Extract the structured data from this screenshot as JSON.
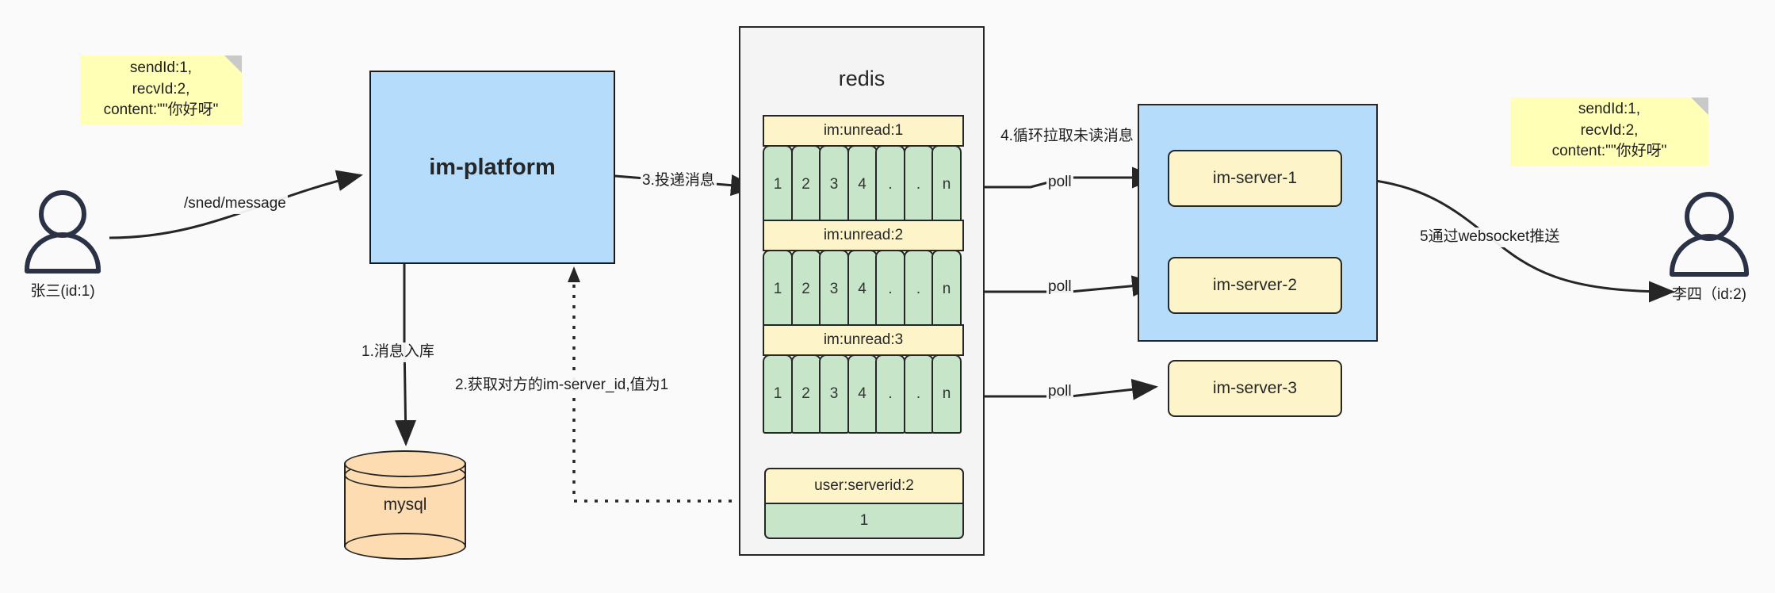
{
  "diagram": {
    "title": "IM message delivery architecture"
  },
  "notes": [
    {
      "id": "note-left",
      "lines": [
        "sendId:1,",
        "recvId:2,",
        "content:\"\"你好呀\""
      ]
    },
    {
      "id": "note-right",
      "lines": [
        "sendId:1,",
        "recvId:2,",
        "content:\"\"你好呀\""
      ]
    }
  ],
  "actors": [
    {
      "id": "actor-sender",
      "label": "张三(id:1)"
    },
    {
      "id": "actor-receiver",
      "label": "李四（id:2)"
    }
  ],
  "platform": {
    "label": "im-platform"
  },
  "database": {
    "label": "mysql"
  },
  "redis": {
    "title": "redis",
    "lists": [
      {
        "key": "im:unread:1",
        "cells": [
          "1",
          "2",
          "3",
          "4",
          ".",
          ".",
          "n"
        ]
      },
      {
        "key": "im:unread:2",
        "cells": [
          "1",
          "2",
          "3",
          "4",
          ".",
          ".",
          "n"
        ]
      },
      {
        "key": "im:unread:3",
        "cells": [
          "1",
          "2",
          "3",
          "4",
          ".",
          ".",
          "n"
        ]
      }
    ],
    "kv": {
      "key": "user:serverid:2",
      "value": "1"
    }
  },
  "cluster": {
    "servers": [
      {
        "label": "im-server-1"
      },
      {
        "label": "im-server-2"
      },
      {
        "label": "im-server-3"
      }
    ]
  },
  "edge_labels": {
    "send_message": "/sned/message",
    "step1": "1.消息入库",
    "step2": "2.获取对方的im-server_id,值为1",
    "step3": "3.投递消息",
    "step4": "4.循环拉取未读消息",
    "step5": "5通过websocket推送",
    "poll1": "poll",
    "poll2": "poll",
    "poll3": "poll"
  },
  "colors": {
    "note": "#ffffb5",
    "blue_box": "#b5dcfb",
    "yellow_box": "#fdf5c9",
    "green_cell": "#c7e6c9",
    "orange_db": "#fcdcb0",
    "stroke": "#262626",
    "canvas": "#fafafa"
  }
}
